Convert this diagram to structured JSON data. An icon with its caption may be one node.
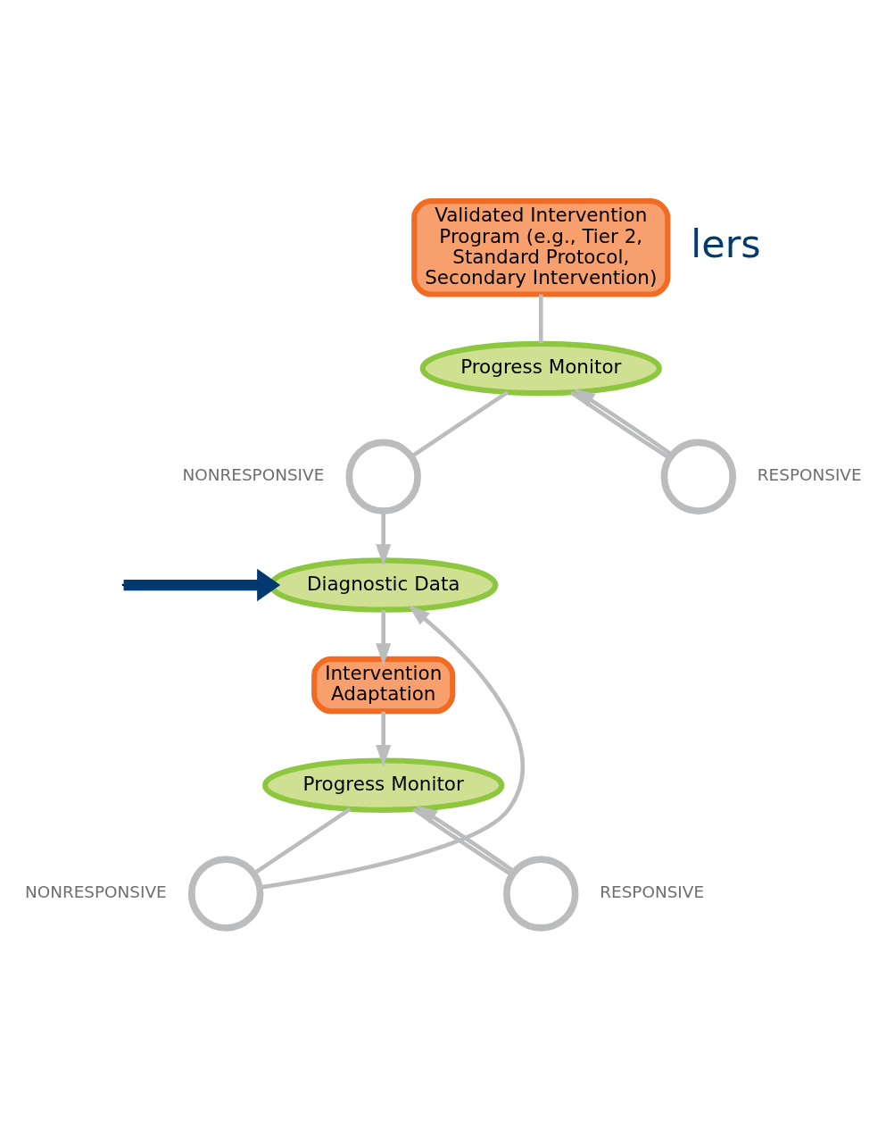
{
  "diagram": {
    "nodes": [
      {
        "text": [
          "Validated Intervention Program (e.g., Tier 2, Standard Protocol, Secondary Intervention)"
        ]
      },
      {
        "text": [
          "Progress Monitor"
        ]
      },
      {
        "text": [],
        "shape": "circle",
        "beside": [
          "NONRESPONSIVE"
        ]
      },
      {
        "text": [],
        "shape": "circle",
        "beside": [
          "RESPONSIVE"
        ]
      },
      {
        "text": [
          "Diagnostic Data"
        ]
      },
      {
        "text": [
          "Intervention Adaptation"
        ]
      },
      {
        "text": [
          "Progress Monitor"
        ]
      },
      {
        "text": [],
        "shape": "circle",
        "beside": [
          "NONRESPONSIVE"
        ]
      },
      {
        "text": [],
        "shape": "circle",
        "beside": [
          "RESPONSIVE"
        ]
      }
    ],
    "edges": [
      {
        "from": 0,
        "to": 1,
        "arrow": "none"
      },
      {
        "from": 1,
        "to": 2,
        "arrow": "none"
      },
      {
        "from": 1,
        "to": 3,
        "arrow": "none"
      },
      {
        "from": 3,
        "to": 1,
        "arrow": "to"
      },
      {
        "from": 2,
        "to": 4,
        "arrow": "to"
      },
      {
        "from": null,
        "to": 4,
        "arrow": "to",
        "style": "thick",
        "color": "#003a70"
      },
      {
        "from": 4,
        "to": 5,
        "arrow": "to"
      },
      {
        "from": 5,
        "to": 6,
        "arrow": "to"
      },
      {
        "from": 6,
        "to": 7,
        "arrow": "none"
      },
      {
        "from": 6,
        "to": 8,
        "arrow": "none"
      },
      {
        "from": 8,
        "to": 6,
        "arrow": "to"
      },
      {
        "from": 7,
        "to": 4,
        "arrow": "to"
      }
    ],
    "labels": [
      "lers"
    ]
  }
}
